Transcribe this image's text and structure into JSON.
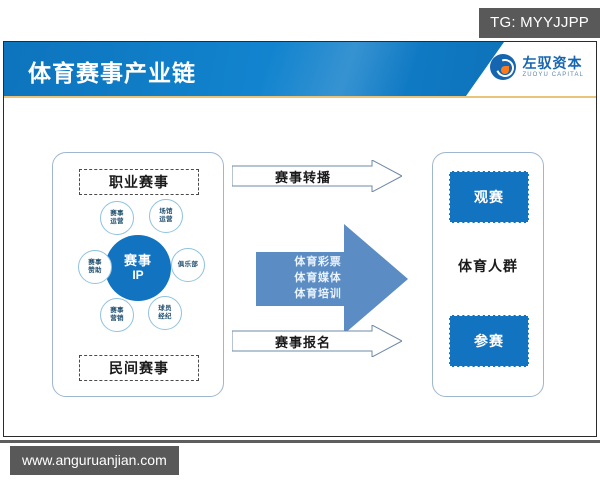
{
  "watermarks": {
    "tg_badge": "TG: MYYJJPP",
    "site": "www.anguruanjian.com"
  },
  "header": {
    "title": "体育赛事产业链",
    "logo_cn": "左驭资本",
    "logo_en": "ZUOYU CAPITAL"
  },
  "left_panel": {
    "tag_top": "职业赛事",
    "tag_bottom": "民间赛事",
    "center_cn": "赛事",
    "center_en": "IP",
    "satellites": [
      {
        "line1": "赛事",
        "line2": "运营"
      },
      {
        "line1": "场馆",
        "line2": "运营"
      },
      {
        "line1": "俱乐部",
        "line2": ""
      },
      {
        "line1": "球员",
        "line2": "经纪"
      },
      {
        "line1": "赛事",
        "line2": "营销"
      },
      {
        "line1": "赛事",
        "line2": "赞助"
      }
    ]
  },
  "flows": {
    "broadcast": "赛事转播",
    "signup": "赛事报名",
    "middle_line1": "体育彩票",
    "middle_line2": "体育媒体",
    "middle_line3": "体育培训"
  },
  "right_panel": {
    "box_top": "观赛",
    "center_label": "体育人群",
    "box_bottom": "参赛"
  },
  "colors": {
    "brand_blue": "#1273c0",
    "header_blue": "#0d74bd",
    "arrow_blue": "#5b8cc4",
    "panel_border": "#9fb6cf",
    "accent_gold": "#e8c37a",
    "watermark_gray": "#595959"
  }
}
